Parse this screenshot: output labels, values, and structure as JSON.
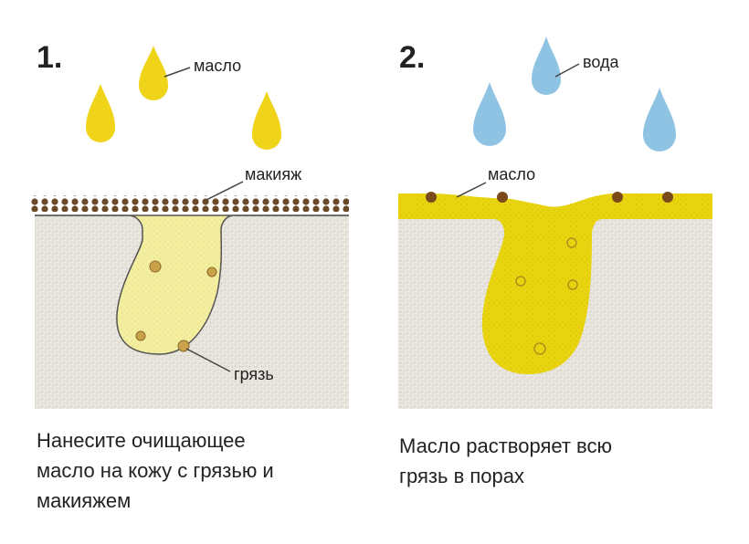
{
  "panel1": {
    "step": "1.",
    "label_oil": "масло",
    "label_makeup": "макияж",
    "label_dirt": "грязь",
    "caption_lines": [
      "Нанесите очищающее",
      "масло на кожу с грязью и",
      "макияжем"
    ]
  },
  "panel2": {
    "step": "2.",
    "label_water": "вода",
    "label_oil": "масло",
    "caption_lines": [
      "Масло растворяет всю",
      "грязь в порах"
    ]
  },
  "colors": {
    "skin": "#e9e6e0",
    "oil_light": "#f3ee9a",
    "oil": "#e9d60c",
    "oil_drop": "#f0d41a",
    "water": "#8fc3e4",
    "makeup": "#6b4a2a",
    "dirt": "#9a7a3a",
    "line": "#444444"
  }
}
